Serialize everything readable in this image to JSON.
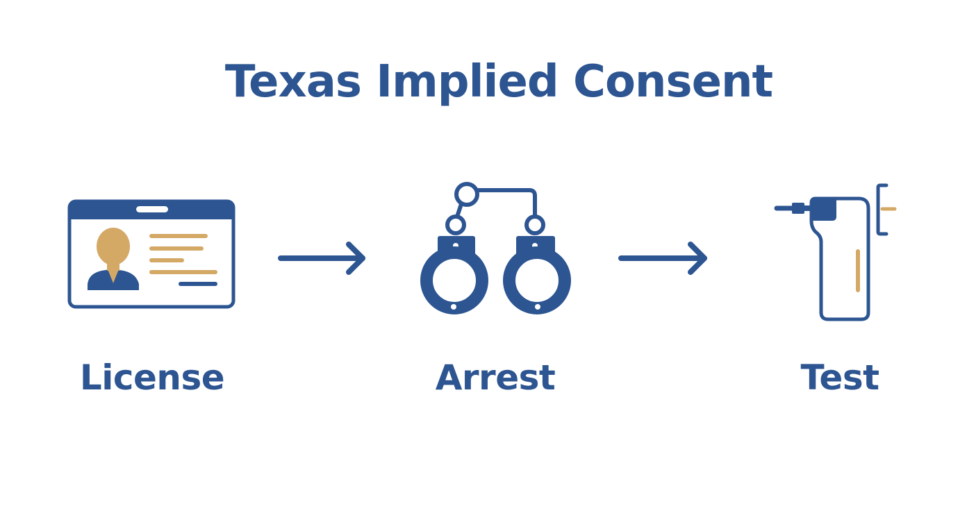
{
  "title": "Texas Implied Consent",
  "steps": [
    {
      "label": "License",
      "icon": "driver-license-icon"
    },
    {
      "label": "Arrest",
      "icon": "handcuffs-icon"
    },
    {
      "label": "Test",
      "icon": "breathalyzer-icon"
    }
  ],
  "connectors": [
    "arrow-right-icon",
    "arrow-right-icon"
  ],
  "colors": {
    "primary": "#2d5591",
    "accent": "#d4a865",
    "background": "#ffffff"
  }
}
